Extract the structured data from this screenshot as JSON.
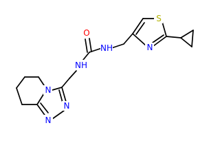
{
  "molecule": {
    "atoms": {
      "o1": {
        "label": "O",
        "element": "O"
      },
      "nh1": {
        "label": "NH",
        "element": "N"
      },
      "nh2": {
        "label": "NH",
        "element": "N"
      },
      "n_r": {
        "label": "N",
        "element": "N"
      },
      "s_r": {
        "label": "S",
        "element": "S"
      },
      "n1": {
        "label": "N",
        "element": "N"
      },
      "n2": {
        "label": "N",
        "element": "N"
      },
      "n3": {
        "label": "N",
        "element": "N"
      }
    },
    "colors": {
      "N": "#0000ff",
      "S": "#b3b300",
      "O": "#ff0000",
      "bond": "#000000"
    }
  }
}
